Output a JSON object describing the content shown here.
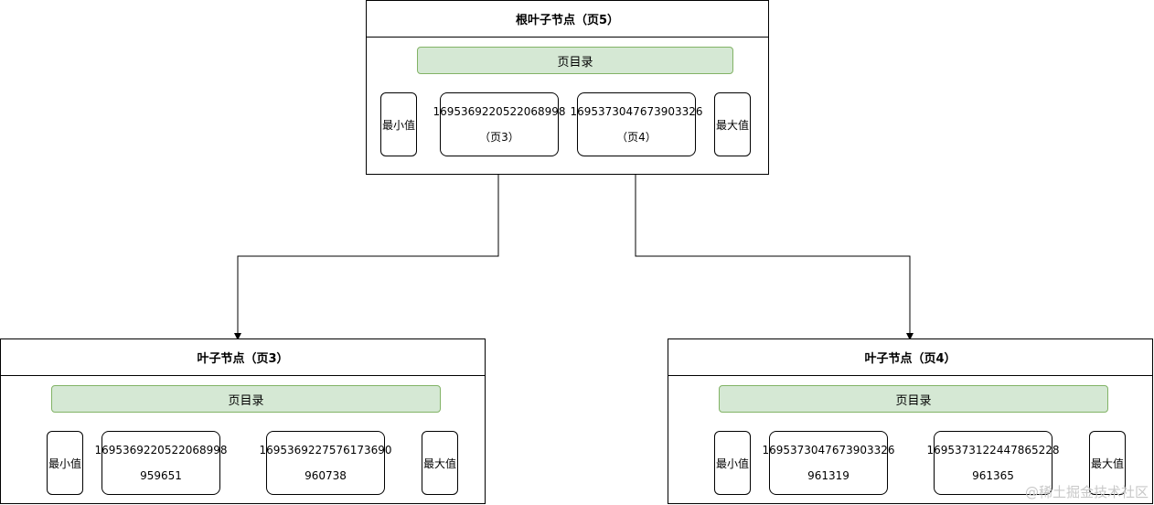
{
  "root": {
    "title": "根叶子节点（页5）",
    "directory": "页目录",
    "min_label": "最小值",
    "max_label": "最大值",
    "records": [
      {
        "key": "1695369220522068998",
        "pointer": "（页3）"
      },
      {
        "key": "1695373047673903326",
        "pointer": "（页4）"
      }
    ]
  },
  "leaf_left": {
    "title": "叶子节点（页3）",
    "directory": "页目录",
    "min_label": "最小值",
    "max_label": "最大值",
    "records": [
      {
        "key": "1695369220522068998",
        "value": "959651"
      },
      {
        "key": "1695369227576173690",
        "value": "960738"
      }
    ]
  },
  "leaf_right": {
    "title": "叶子节点（页4）",
    "directory": "页目录",
    "min_label": "最小值",
    "max_label": "最大值",
    "records": [
      {
        "key": "1695373047673903326",
        "value": "961319"
      },
      {
        "key": "1695373122447865228",
        "value": "961365"
      }
    ]
  },
  "watermark": "@稀土掘金技术社区"
}
